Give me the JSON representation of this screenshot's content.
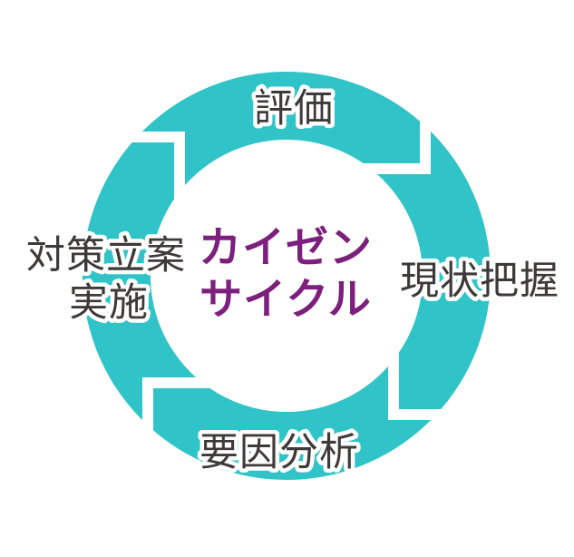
{
  "diagram": {
    "type": "cycle",
    "cycle_direction": "clockwise",
    "center": {
      "line1": "カイゼン",
      "line2": "サイクル"
    },
    "stages": [
      {
        "label": "評価",
        "position": "top"
      },
      {
        "label": "現状把握",
        "position": "right"
      },
      {
        "label": "要因分析",
        "position": "bottom"
      },
      {
        "label": "対策立案",
        "label2": "実施",
        "position": "left"
      }
    ],
    "colors": {
      "ring": "#30c4c8",
      "center_title": "#7c1f7d",
      "stage_label": "#3e3a39",
      "background": "#ffffff"
    }
  }
}
